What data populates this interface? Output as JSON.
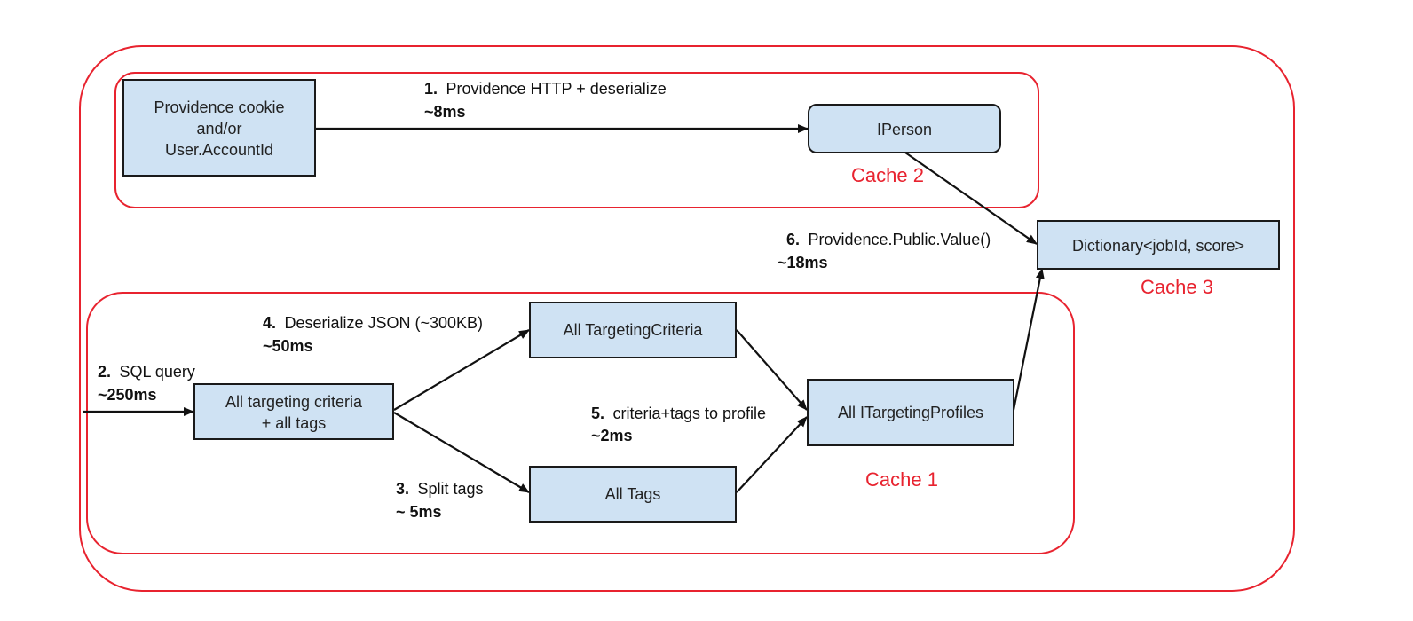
{
  "nodes": {
    "providence_cookie": {
      "lines": [
        "Providence cookie",
        "and/or",
        "User.AccountId"
      ]
    },
    "iperson": {
      "label": "IPerson"
    },
    "dictionary": {
      "label": "Dictionary<jobId, score>"
    },
    "all_targeting_criteria_tags": {
      "lines": [
        "All targeting criteria",
        "+ all tags"
      ]
    },
    "all_targeting_criteria": {
      "label": "All TargetingCriteria"
    },
    "all_tags": {
      "label": "All Tags"
    },
    "all_itargeting_profiles": {
      "label": "All ITargetingProfiles"
    }
  },
  "caches": {
    "cache1": {
      "label": "Cache 1"
    },
    "cache2": {
      "label": "Cache 2"
    },
    "cache3": {
      "label": "Cache 3"
    }
  },
  "edges": {
    "step1": {
      "num": "1.",
      "text": "Providence HTTP + deserialize",
      "time": "~8ms"
    },
    "step2": {
      "num": "2.",
      "text": "SQL query",
      "time": "~250ms"
    },
    "step3": {
      "num": "3.",
      "text": "Split tags",
      "time": "~ 5ms"
    },
    "step4": {
      "num": "4.",
      "text": "Deserialize JSON (~300KB)",
      "time": "~50ms"
    },
    "step5": {
      "num": "5.",
      "text": "criteria+tags to profile",
      "time": "~2ms"
    },
    "step6": {
      "num": "6.",
      "text": "Providence.Public.Value()",
      "time": "~18ms"
    }
  },
  "colors": {
    "node_fill": "#cfe2f3",
    "node_stroke": "#1a1a1a",
    "cache_stroke": "#e8232f",
    "edge": "#111111"
  }
}
